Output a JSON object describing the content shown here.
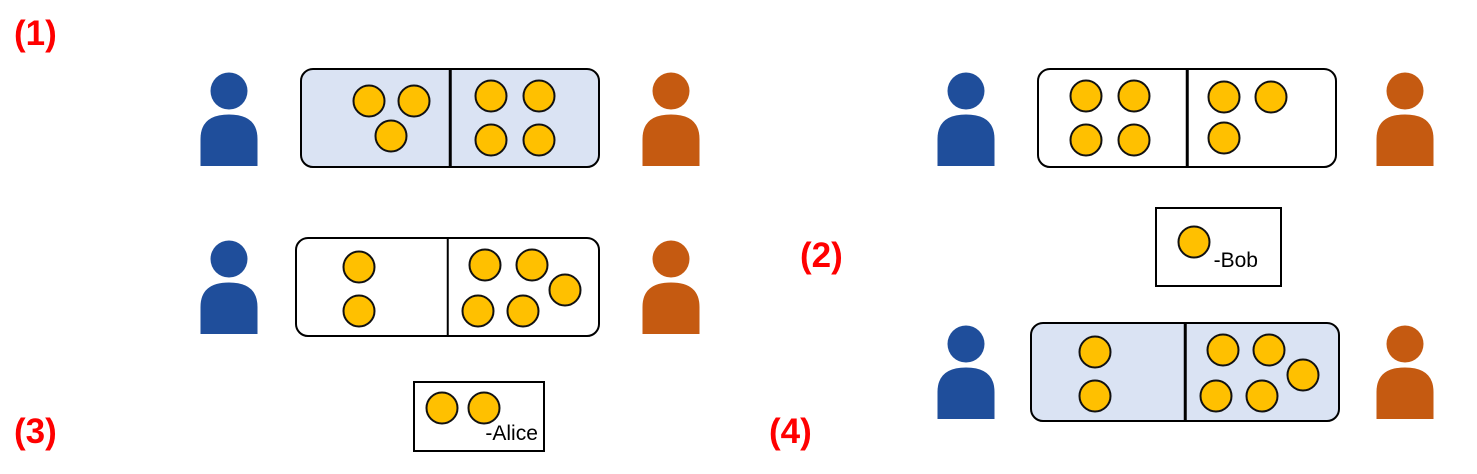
{
  "background": "#FFFFFF",
  "colors": {
    "background": "#FFFFFF",
    "person_blue": "#1F4E9B",
    "person_orange": "#C55A11",
    "coin_fill": "#FFC000",
    "coin_border": "#111111",
    "highlight_box_fill": "#DAE3F3",
    "plain_box_fill": "#FFFFFF",
    "box_border": "#000000",
    "step_label_color": "#FF0000"
  },
  "steps": [
    {
      "label": "(1)"
    },
    {
      "label": "(2)"
    },
    {
      "label": "(3)"
    },
    {
      "label": "(4)"
    }
  ],
  "scenes": [
    {
      "name": "state-1",
      "box_style": "highlight",
      "left_coin_count": 3,
      "right_coin_count": 4,
      "left_coins": [
        [
          45,
          32
        ],
        [
          76,
          32
        ],
        [
          60,
          69
        ]
      ],
      "right_coins": [
        [
          28,
          27
        ],
        [
          60,
          27
        ],
        [
          28,
          73
        ],
        [
          60,
          73
        ]
      ]
    },
    {
      "name": "state-2",
      "box_style": "plain",
      "left_coin_count": 4,
      "right_coin_count": 3,
      "left_coins": [
        [
          32,
          27
        ],
        [
          64,
          27
        ],
        [
          32,
          73
        ],
        [
          64,
          73
        ]
      ],
      "right_coins": [
        [
          25,
          28
        ],
        [
          57,
          28
        ],
        [
          25,
          71
        ]
      ]
    },
    {
      "name": "state-3",
      "box_style": "plain",
      "left_coin_count": 2,
      "right_coin_count": 5,
      "left_coins": [
        [
          41,
          29
        ],
        [
          41,
          75
        ]
      ],
      "right_coins": [
        [
          25,
          27
        ],
        [
          56,
          27
        ],
        [
          20,
          75
        ],
        [
          50,
          75
        ],
        [
          78,
          53
        ]
      ]
    },
    {
      "name": "state-4",
      "box_style": "highlight",
      "left_coin_count": 2,
      "right_coin_count": 5,
      "left_coins": [
        [
          41,
          29
        ],
        [
          41,
          75
        ]
      ],
      "right_coins": [
        [
          25,
          27
        ],
        [
          55,
          27
        ],
        [
          20,
          75
        ],
        [
          50,
          75
        ],
        [
          77,
          53
        ]
      ]
    }
  ],
  "takes": [
    {
      "name": "bob-take",
      "label": "-Bob",
      "coin_count": 1,
      "coins": [
        [
          30,
          43
        ]
      ]
    },
    {
      "name": "alice-take",
      "label": "-Alice",
      "coin_count": 2,
      "coins": [
        [
          21,
          37
        ],
        [
          54,
          37
        ]
      ]
    }
  ]
}
